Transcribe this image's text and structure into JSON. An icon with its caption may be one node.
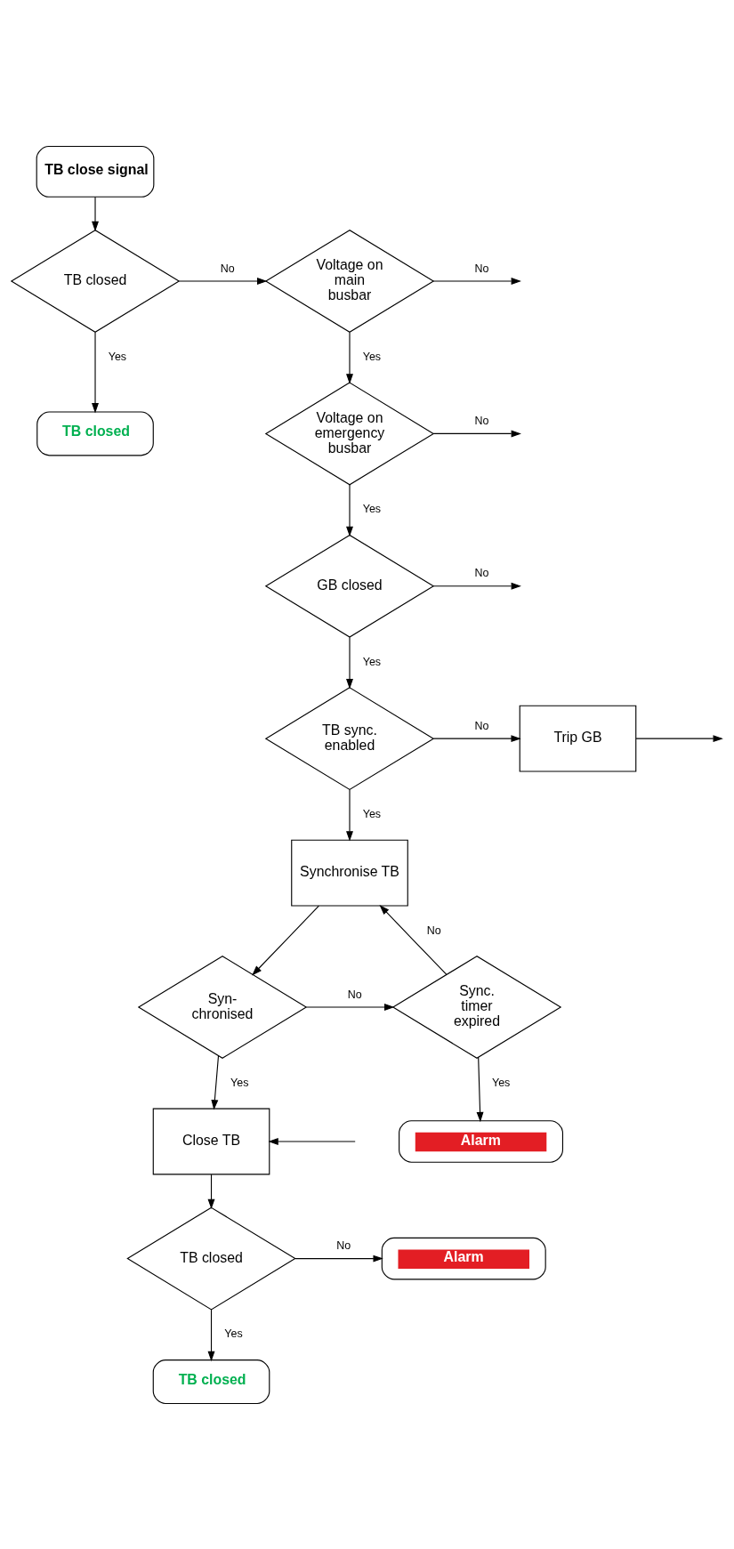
{
  "diagram": {
    "nodes": [
      {
        "text": [
          "TB close signal"
        ]
      },
      {
        "text": [
          "TB closed"
        ]
      },
      {
        "text": [
          "TB closed"
        ]
      },
      {
        "text": [
          "Voltage on main busbar"
        ]
      },
      {
        "text": [
          "Voltage on emergency busbar"
        ]
      },
      {
        "text": [
          "GB closed"
        ]
      },
      {
        "text": [
          "TB sync. enabled"
        ]
      },
      {
        "text": [
          "Trip GB"
        ]
      },
      {
        "text": [
          "Synchronise TB"
        ]
      },
      {
        "text": [
          "Syn- chronised"
        ]
      },
      {
        "text": [
          "Sync. timer expired"
        ]
      },
      {
        "text": [
          "Alarm"
        ]
      },
      {
        "text": [
          "Close TB"
        ]
      },
      {
        "text": [
          "TB closed"
        ]
      },
      {
        "text": [
          "Alarm"
        ]
      },
      {
        "text": [
          "TB closed"
        ]
      }
    ],
    "edges": [
      {
        "from": 0,
        "to": 1,
        "arrow": "to"
      },
      {
        "from": 1,
        "to": 3,
        "arrow": "to",
        "label": "No"
      },
      {
        "from": 1,
        "to": 2,
        "arrow": "to",
        "label": "Yes"
      },
      {
        "from": 3,
        "to": null,
        "arrow": "to",
        "label": "No"
      },
      {
        "from": 3,
        "to": 4,
        "arrow": "to",
        "label": "Yes"
      },
      {
        "from": 4,
        "to": null,
        "arrow": "to",
        "label": "No"
      },
      {
        "from": 4,
        "to": 5,
        "arrow": "to",
        "label": "Yes"
      },
      {
        "from": 5,
        "to": null,
        "arrow": "to",
        "label": "No"
      },
      {
        "from": 5,
        "to": 6,
        "arrow": "to",
        "label": "Yes"
      },
      {
        "from": 6,
        "to": 7,
        "arrow": "to",
        "label": "No"
      },
      {
        "from": 6,
        "to": 8,
        "arrow": "to",
        "label": "Yes"
      },
      {
        "from": 7,
        "to": null,
        "arrow": "to"
      },
      {
        "from": 8,
        "to": 9,
        "arrow": "to"
      },
      {
        "from": 9,
        "to": 10,
        "arrow": "to",
        "label": "No"
      },
      {
        "from": 9,
        "to": 12,
        "arrow": "to",
        "label": "Yes"
      },
      {
        "from": 10,
        "to": 8,
        "arrow": "to",
        "label": "No"
      },
      {
        "from": 10,
        "to": 11,
        "arrow": "to",
        "label": "Yes"
      },
      {
        "from": null,
        "to": 12,
        "arrow": "to"
      },
      {
        "from": 12,
        "to": 13,
        "arrow": "to"
      },
      {
        "from": 13,
        "to": 14,
        "arrow": "to",
        "label": "No"
      },
      {
        "from": 13,
        "to": 15,
        "arrow": "to",
        "label": "Yes"
      }
    ]
  }
}
